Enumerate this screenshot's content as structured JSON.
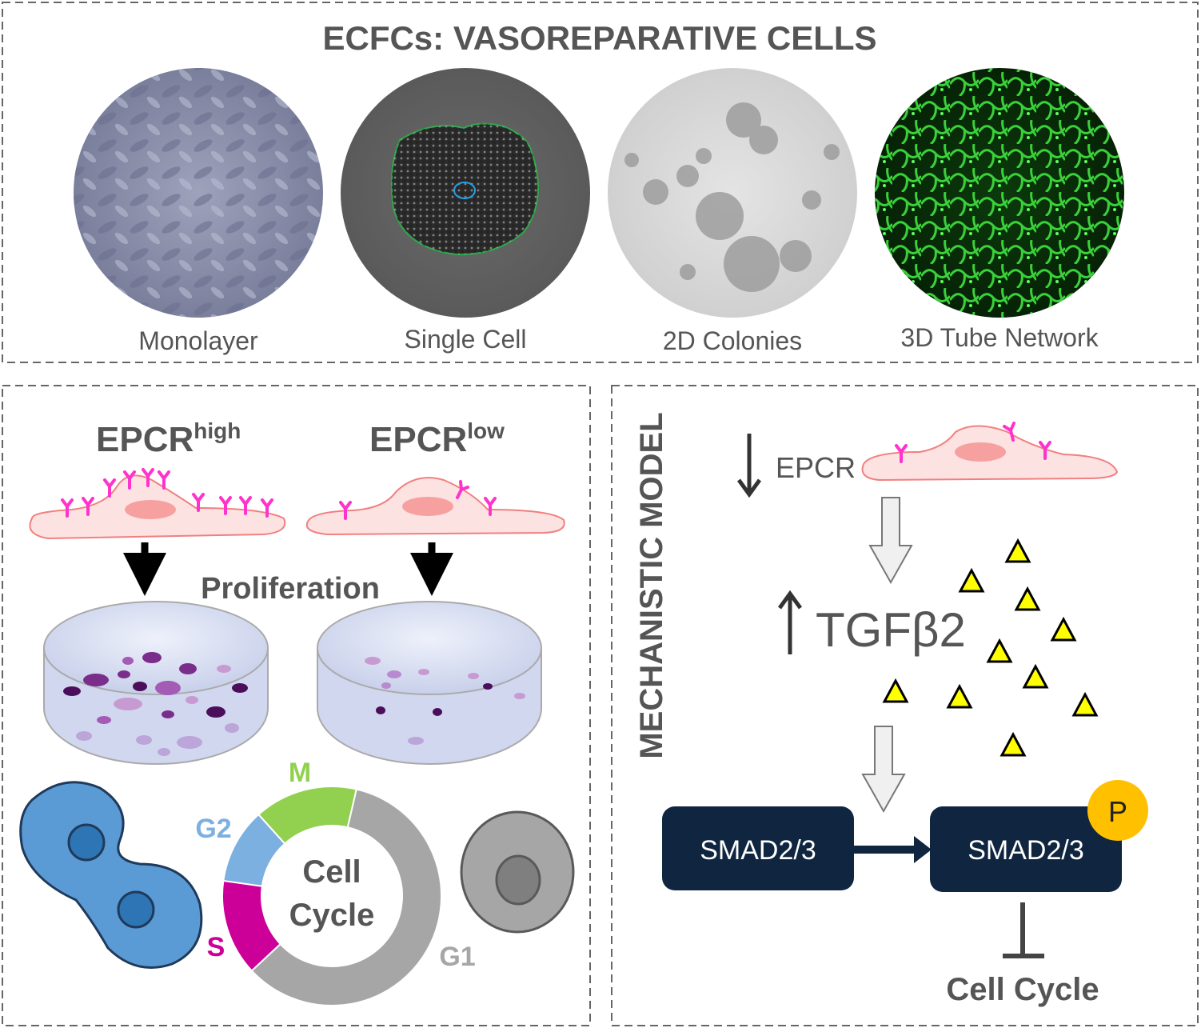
{
  "top_panel": {
    "title": "ECFCs: VASOREPARATIVE CELLS",
    "images": [
      {
        "label": "Monolayer"
      },
      {
        "label": "Single Cell"
      },
      {
        "label": "2D Colonies"
      },
      {
        "label": "3D Tube Network"
      }
    ]
  },
  "left_panel": {
    "epcr_high": {
      "base": "EPCR",
      "sup": "high"
    },
    "epcr_low": {
      "base": "EPCR",
      "sup": "low"
    },
    "proliferation": "Proliferation",
    "cell_cycle": {
      "center_line1": "Cell",
      "center_line2": "Cycle",
      "phases": {
        "M": "M",
        "G2": "G2",
        "S": "S",
        "G1": "G1"
      },
      "colors": {
        "M": "#92d050",
        "G2": "#7cb0e0",
        "S": "#cc0099",
        "G1": "#a6a6a6"
      }
    }
  },
  "right_panel": {
    "title": "MECHANISTIC MODEL",
    "epcr_label": "EPCR",
    "tgf_label": "TGFβ2",
    "smad_left": "SMAD2/3",
    "smad_right": "SMAD2/3",
    "phospho": "P",
    "cell_cycle": "Cell Cycle",
    "colors": {
      "smad": "#0f2540",
      "phospho": "#ffc000",
      "ligand": "#ffff00"
    }
  }
}
